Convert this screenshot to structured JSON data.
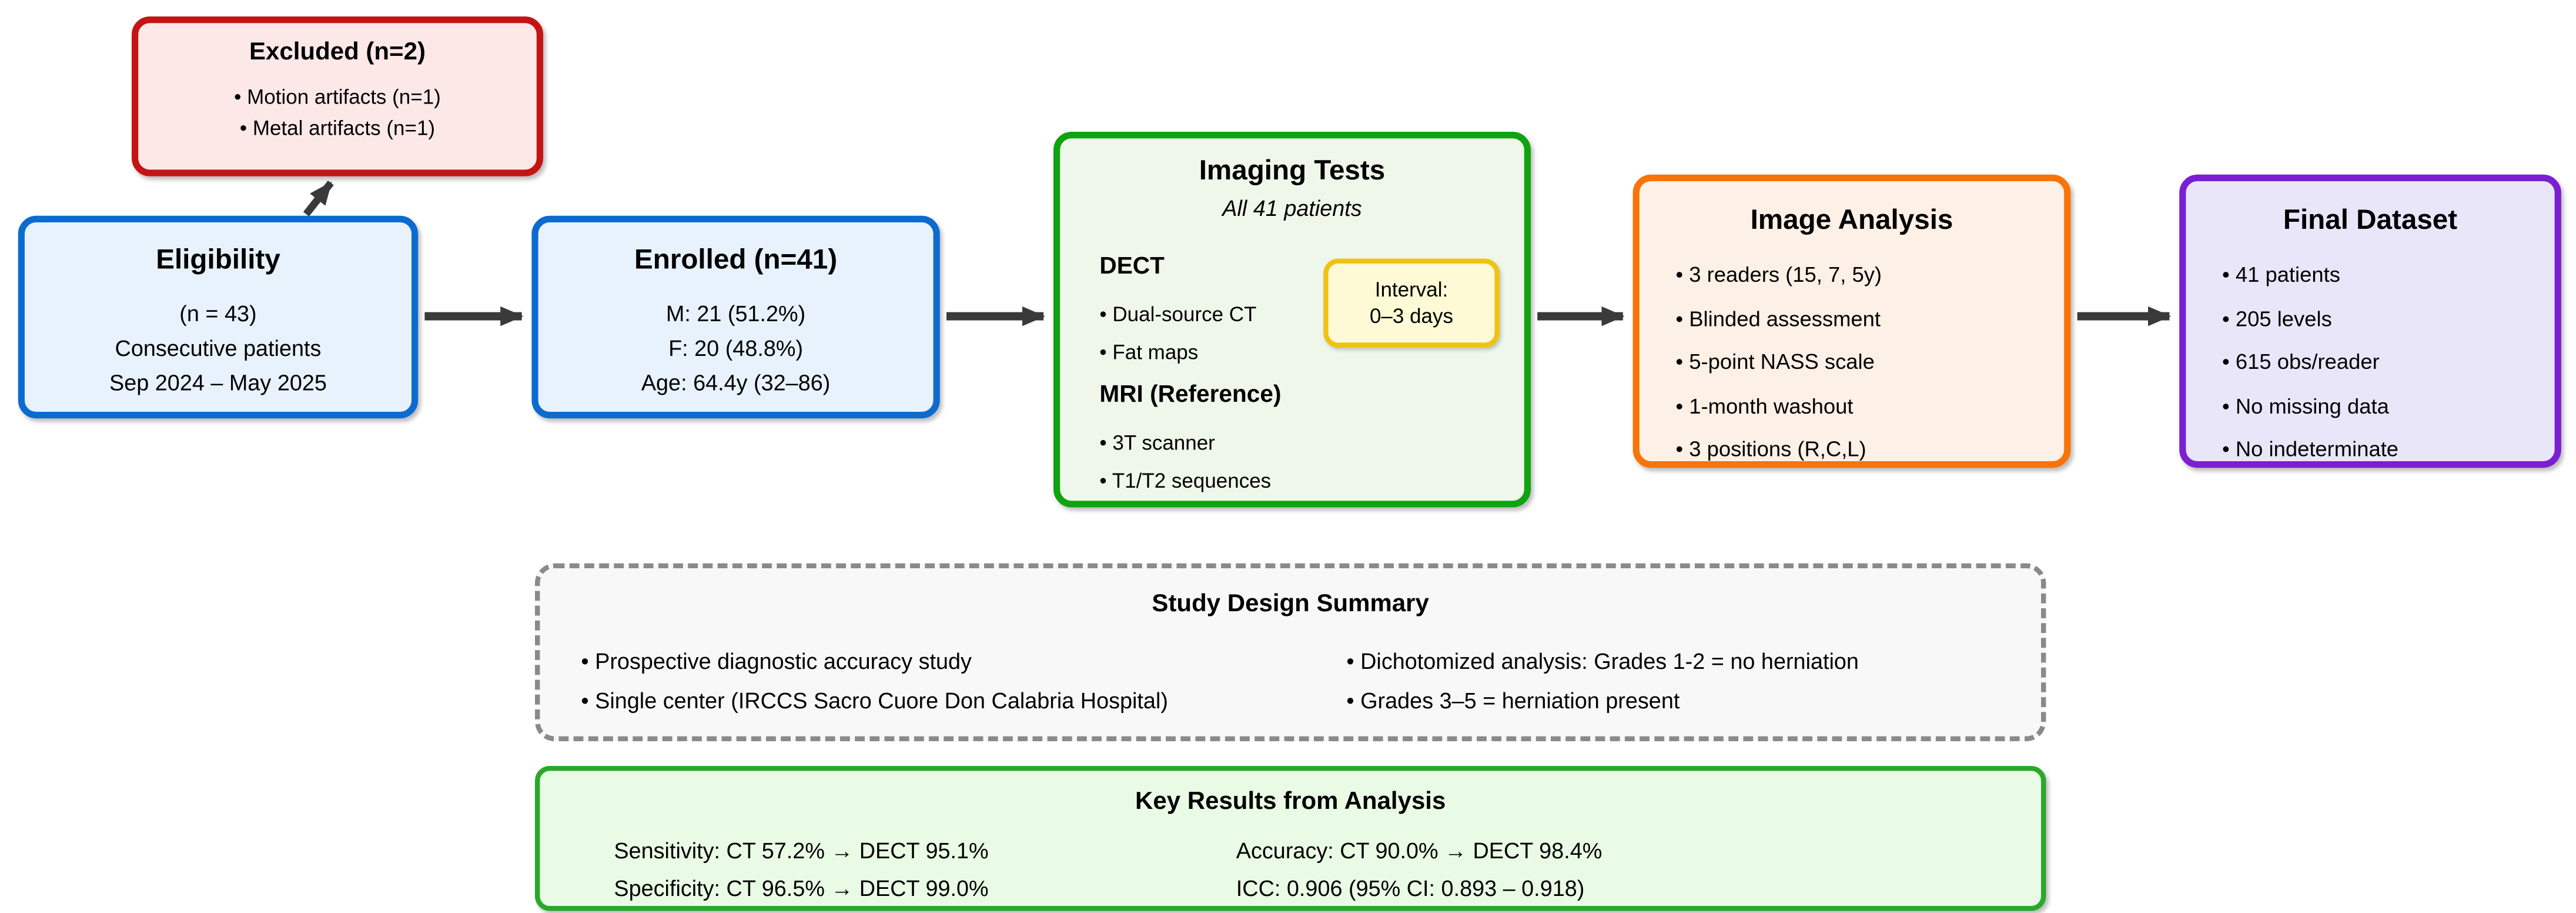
{
  "palette": {
    "arrow": "#3a3a3a",
    "blue_border": "#0d6bd0",
    "blue_fill": "#e7f2fc",
    "red_border": "#c41414",
    "red_fill": "#fde8e8",
    "green_border": "#0fa30f",
    "green_fill": "#eff7ea",
    "orange_border": "#f87408",
    "orange_fill": "#fdf0e6",
    "purple_border": "#7b1fd2",
    "purple_fill": "#e9e6fa",
    "yellow_border": "#f0c213",
    "yellow_fill": "#fdfad5",
    "gray_border": "#8a8a8a",
    "gray_fill": "#f8f8f8",
    "results_border": "#2aa82a",
    "results_fill": "#e9fbe5"
  },
  "boxes": {
    "excluded": {
      "title": "Excluded (n=2)",
      "items": [
        "• Motion artifacts (n=1)",
        "• Metal artifacts (n=1)"
      ]
    },
    "eligibility": {
      "title": "Eligibility",
      "lines": [
        "(n = 43)",
        "Consecutive patients",
        "Sep 2024 – May 2025"
      ]
    },
    "enrolled": {
      "title": "Enrolled (n=41)",
      "lines": [
        "M: 21 (51.2%)",
        "F: 20 (48.8%)",
        "Age: 64.4y (32–86)"
      ]
    },
    "imaging": {
      "title": "Imaging Tests",
      "subtitle": "All 41 patients",
      "dect_heading": "DECT",
      "dect_items": [
        "• Dual-source CT",
        "• Fat maps"
      ],
      "interval": {
        "label": "Interval:",
        "value": "0–3 days"
      },
      "mri_heading": "MRI (Reference)",
      "mri_items": [
        "• 3T scanner",
        "• T1/T2 sequences"
      ]
    },
    "analysis": {
      "title": "Image Analysis",
      "items": [
        "• 3 readers (15, 7, 5y)",
        "• Blinded assessment",
        "• 5-point NASS scale",
        "• 1-month washout",
        "• 3 positions (R,C,L)"
      ]
    },
    "final_dataset": {
      "title": "Final Dataset",
      "items": [
        "• 41 patients",
        "• 205 levels",
        "• 615 obs/reader",
        "• No missing data",
        "• No indeterminate"
      ]
    },
    "study_design": {
      "title": "Study Design Summary",
      "left_items": [
        "• Prospective diagnostic accuracy study",
        "• Single center (IRCCS Sacro Cuore Don Calabria Hospital)"
      ],
      "right_items": [
        "• Dichotomized analysis: Grades 1-2 = no herniation",
        "• Grades 3–5 = herniation present"
      ]
    },
    "key_results": {
      "title": "Key Results from Analysis",
      "left_items": [
        "Sensitivity: CT 57.2% → DECT 95.1%",
        "Specificity: CT 96.5% → DECT 99.0%"
      ],
      "right_items": [
        "Accuracy: CT 90.0% → DECT 98.4%",
        "ICC: 0.906 (95% CI: 0.893 – 0.918)"
      ]
    }
  }
}
